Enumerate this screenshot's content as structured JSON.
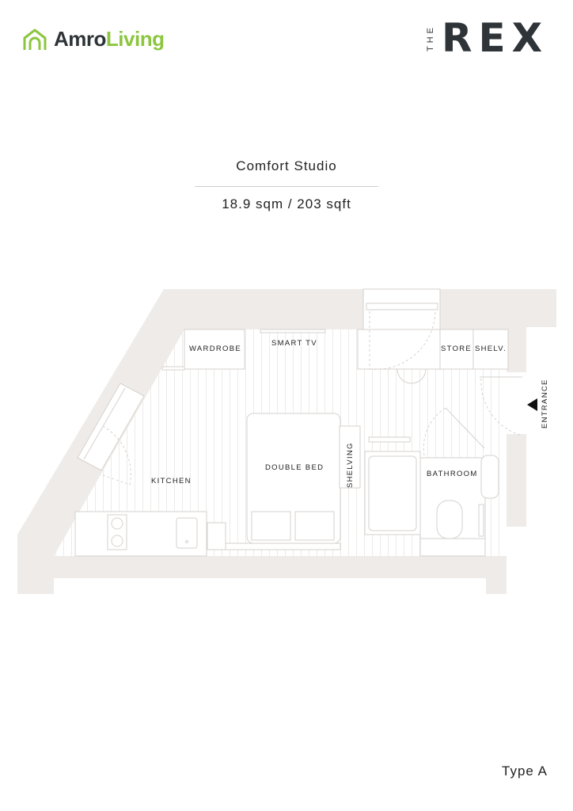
{
  "brand": {
    "amro_part1": "Amro",
    "amro_part2": "Living",
    "amro_color": "#8cc63f",
    "rex_prefix": "THE",
    "rex_name": "REX"
  },
  "unit": {
    "title": "Comfort Studio",
    "area": "18.9 sqm / 203 sqft",
    "type": "Type A"
  },
  "rooms": {
    "wardrobe": "WARDROBE",
    "smart_tv": "SMART TV",
    "store": "STORE",
    "shelves": "SHELV.",
    "kitchen": "KITCHEN",
    "double_bed": "DOUBLE BED",
    "shelving": "SHELVING",
    "bathroom": "BATHROOM",
    "entrance": "ENTRANCE"
  },
  "colors": {
    "wall": "#efebe8",
    "line": "#d6d2ce"
  }
}
